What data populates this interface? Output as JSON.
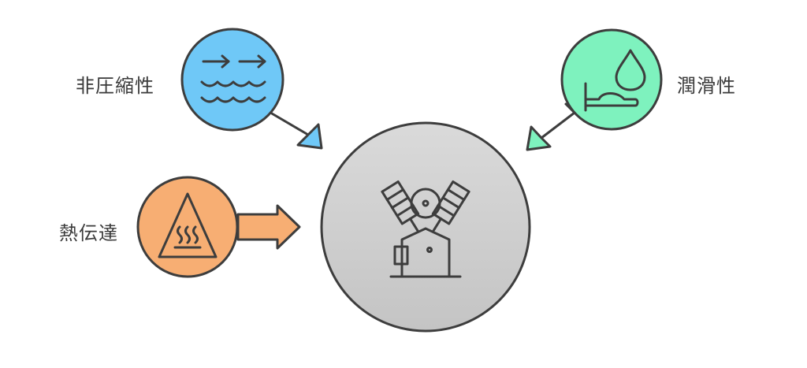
{
  "center": {
    "icon": "v-engine-compressor-icon",
    "fill": "#cfcfcf"
  },
  "nodes": [
    {
      "id": "incompressibility",
      "label": "非圧縮性",
      "icon": "waves-arrows-icon",
      "color": "#6fc8f7"
    },
    {
      "id": "lubricity",
      "label": "潤滑性",
      "icon": "oil-drop-lamp-icon",
      "color": "#7ef2be"
    },
    {
      "id": "heat-transfer",
      "label": "熱伝達",
      "icon": "hot-surface-warning-icon",
      "color": "#f7ae73"
    }
  ],
  "colors": {
    "stroke": "#3d3d3d"
  }
}
